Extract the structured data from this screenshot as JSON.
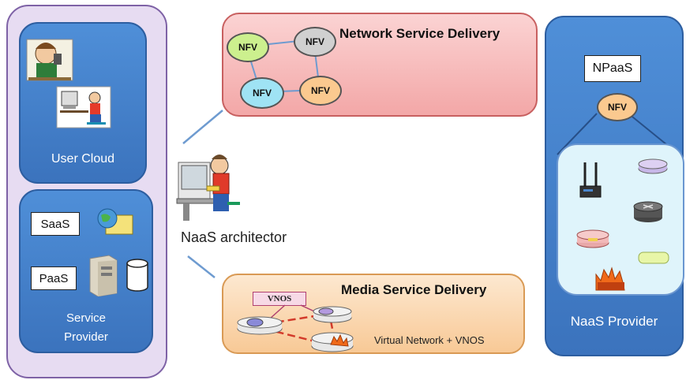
{
  "user_cloud": {
    "label": "User Cloud"
  },
  "service_provider": {
    "label_line1": "Service",
    "label_line2": "Provider",
    "saas_label": "SaaS",
    "paas_label": "PaaS"
  },
  "architect": {
    "label": "NaaS architector"
  },
  "network_service": {
    "title": "Network Service Delivery",
    "nfv_nodes": [
      "NFV",
      "NFV",
      "NFV",
      "NFV"
    ]
  },
  "media_service": {
    "title": "Media Service Delivery",
    "vnos_label": "VNOS",
    "subtitle": "Virtual Network + VNOS"
  },
  "naas_provider": {
    "label": "NaaS Provider",
    "npaas_label": "NPaaS",
    "nfv_label": "NFV"
  },
  "colors": {
    "outer_panel": "#e7dcf2",
    "blue_panel": "#4a86cc",
    "network_panel": "#f6b7b7",
    "media_panel": "#fbd9b3",
    "nfv_green": "#ccf08e",
    "nfv_gray": "#d0d0d0",
    "nfv_cyan": "#9fe3f4",
    "nfv_orange": "#fbc98f"
  }
}
